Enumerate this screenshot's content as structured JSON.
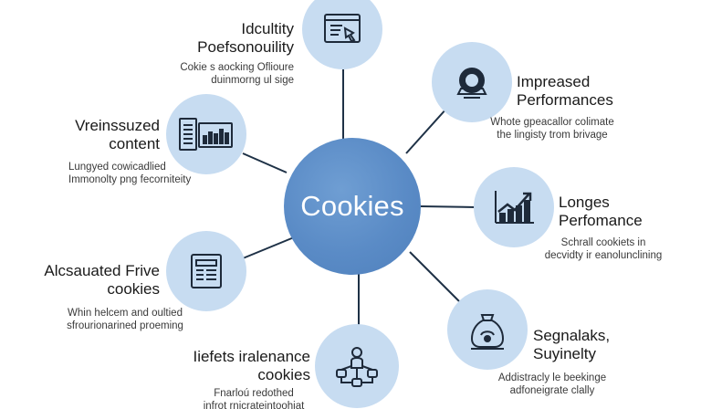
{
  "hub": {
    "label": "Cookies",
    "color": "#5b8dc9"
  },
  "colors": {
    "node_fill": "#c7dcf1",
    "icon_stroke": "#1e2a3a",
    "connector": "#1e3146"
  },
  "categories": [
    {
      "id": "top",
      "title": [
        "Idcultity",
        "Poefsonouility"
      ],
      "desc": [
        "Cokie s aocking Oflioure",
        "duinmorng ul sige"
      ],
      "icon": "browser-window-icon"
    },
    {
      "id": "upper-right",
      "title": [
        "Impreased",
        "Performances"
      ],
      "desc": [
        "Whote gpeacallor colimate",
        "the lingisty trom brivage"
      ],
      "icon": "helmet-icon"
    },
    {
      "id": "right",
      "title": [
        "Longes",
        "Perfomance"
      ],
      "desc": [
        "Schrall cookiets in",
        "decvidty ir eanolunclining"
      ],
      "icon": "trend-chart-icon"
    },
    {
      "id": "lower-right",
      "title": [
        "Segnalaks,",
        "Suyinelty"
      ],
      "desc": [
        "Addistracly le beekinge",
        "adfoneigrate clally"
      ],
      "icon": "weight-sack-icon"
    },
    {
      "id": "bottom",
      "title": [
        "Iiefets iralenance",
        "cookies"
      ],
      "desc": [
        "Fnarloú redothed",
        "infrot rnicrateintoohiat"
      ],
      "icon": "network-icon"
    },
    {
      "id": "lower-left",
      "title": [
        "Alcsauated Frive",
        "cookies"
      ],
      "desc": [
        "Whin helcem and oultied",
        "sfrourionarined proeming"
      ],
      "icon": "document-list-icon"
    },
    {
      "id": "left",
      "title": [
        "Vreinssuzed",
        "content"
      ],
      "desc": [
        "Lungyed cowicadlied",
        "Immonolty png fecorniteity"
      ],
      "icon": "dashboard-chart-icon"
    }
  ]
}
